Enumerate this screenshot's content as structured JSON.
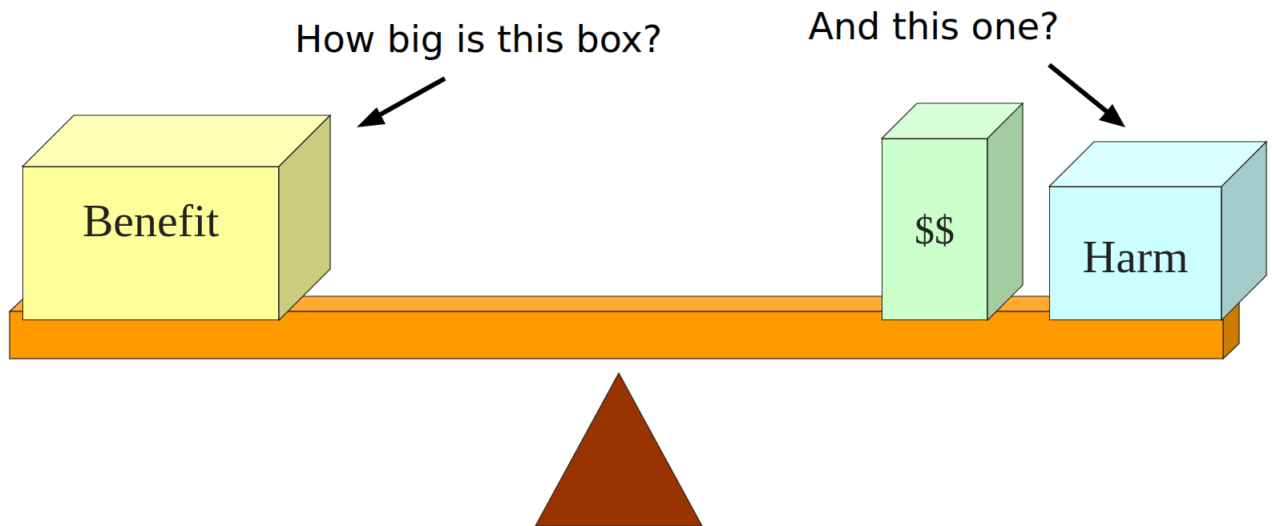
{
  "diagram": {
    "nodes": [
      {
        "text": [
          "Benefit"
        ]
      },
      {
        "text": [
          "$$"
        ]
      },
      {
        "text": [
          "Harm"
        ]
      }
    ],
    "edges": [],
    "labels": [
      "How big is this box?",
      "And this one?"
    ]
  }
}
